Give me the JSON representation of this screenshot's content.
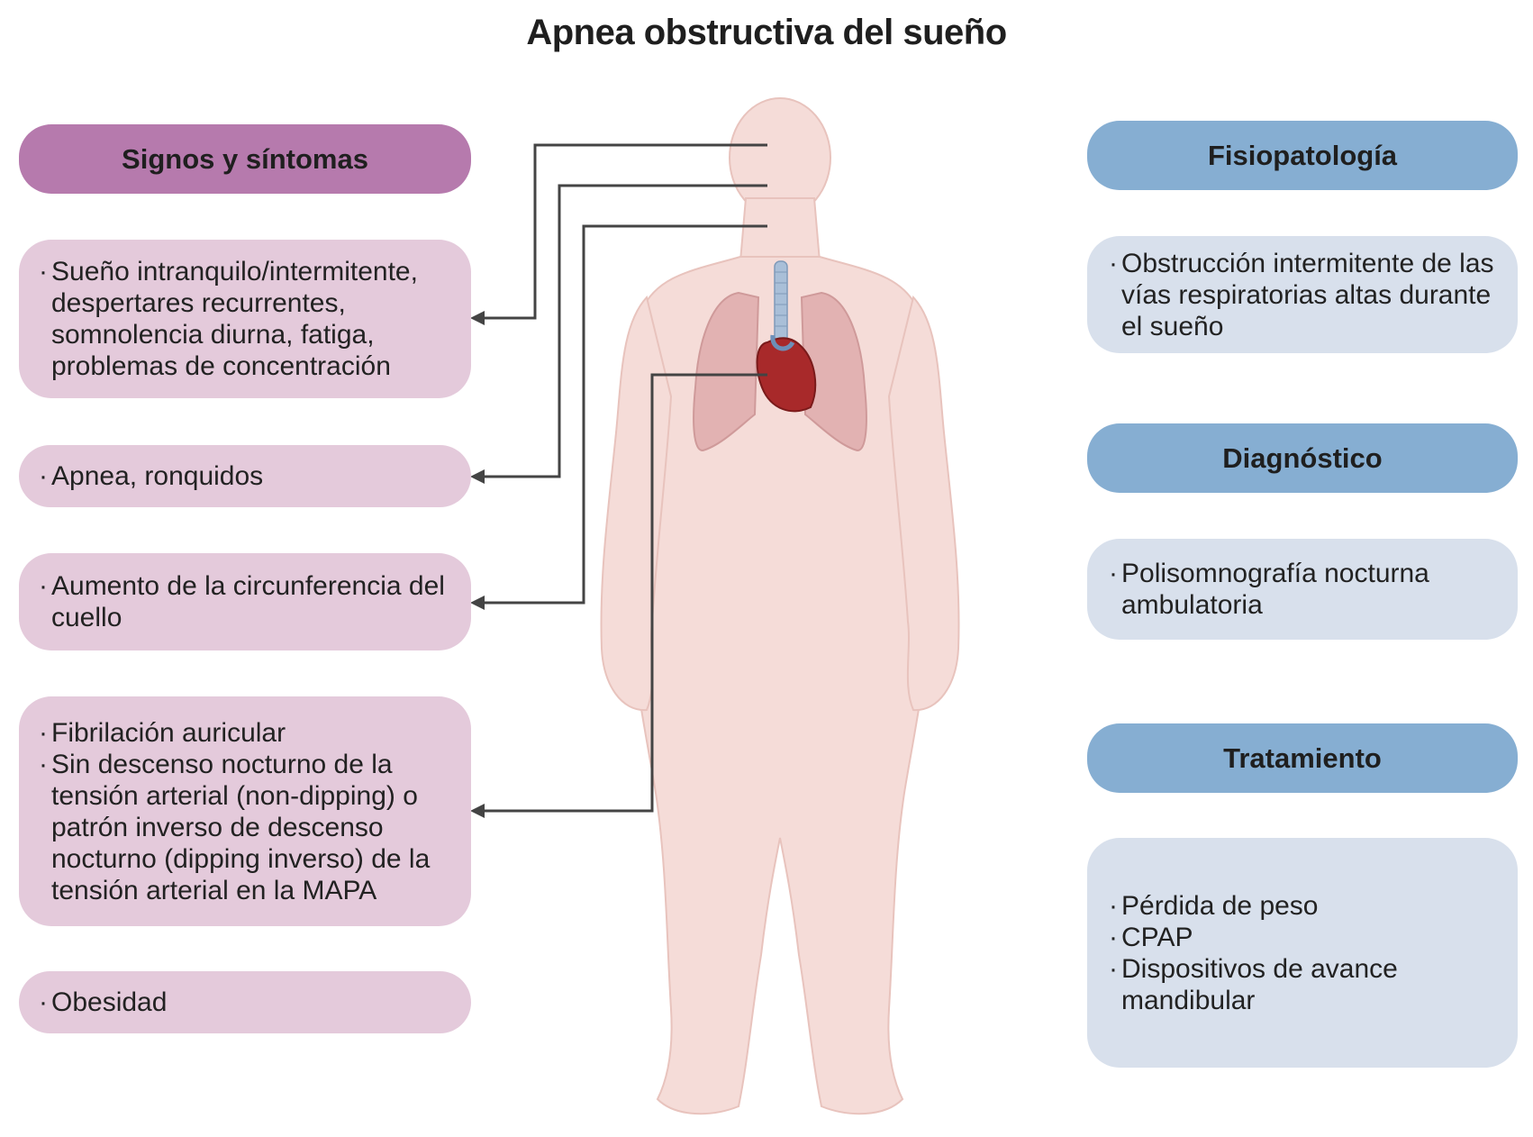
{
  "title": "Apnea obstructiva del sueño",
  "colors": {
    "signs_header": "#b67aad",
    "signs_box": "#e4cadb",
    "right_header": "#86aed2",
    "right_box": "#d8e0ec",
    "body": "#f5dcd8",
    "connector": "#444444"
  },
  "signs": {
    "header": "Signos y síntomas",
    "boxes": [
      {
        "items": [
          "Sueño intranquilo/intermitente, despertares recurrentes, somnolencia diurna, fatiga, problemas de concentración"
        ]
      },
      {
        "items": [
          "Apnea, ronquidos"
        ]
      },
      {
        "items": [
          "Aumento de la circunferencia del cuello"
        ]
      },
      {
        "items": [
          "Fibrilación auricular",
          "Sin descenso nocturno de la tensión arterial (non-dipping) o patrón inverso de descenso nocturno (dipping inverso) de la tensión arterial en la MAPA"
        ]
      },
      {
        "items": [
          "Obesidad"
        ]
      }
    ]
  },
  "fisio": {
    "header": "Fisiopatología",
    "items": [
      "Obstrucción intermitente de las vías respiratorias altas durante el sueño"
    ]
  },
  "diag": {
    "header": "Diagnóstico",
    "items": [
      "Polisomnografía nocturna ambulatoria"
    ]
  },
  "trat": {
    "header": "Tratamiento",
    "items": [
      "Pérdida de peso",
      "CPAP",
      "Dispositivos de avance mandibular"
    ]
  }
}
